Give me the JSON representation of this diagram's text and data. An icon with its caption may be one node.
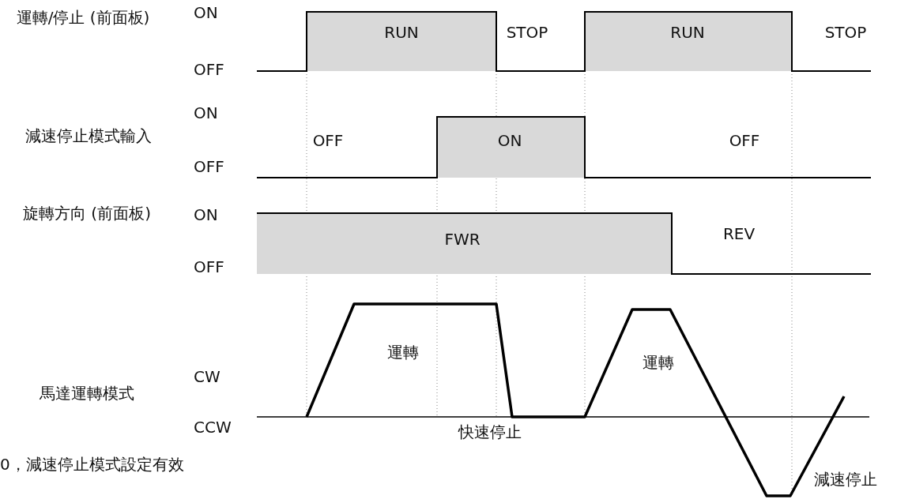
{
  "diagram": {
    "labels": [
      "ON",
      "運轉/停止 (前面板)",
      "RUN",
      "STOP",
      "RUN",
      "STOP",
      "OFF",
      "ON",
      "減速停止模式輸入",
      "OFF",
      "ON",
      "OFF",
      "OFF",
      "ON",
      "旋轉方向 (前面板)",
      "FWR",
      "REV",
      "OFF",
      "運轉",
      "運轉",
      "CW",
      "馬達運轉模式",
      "CCW",
      "快速停止",
      "0，減速停止模式設定有效",
      "減速停止"
    ]
  }
}
